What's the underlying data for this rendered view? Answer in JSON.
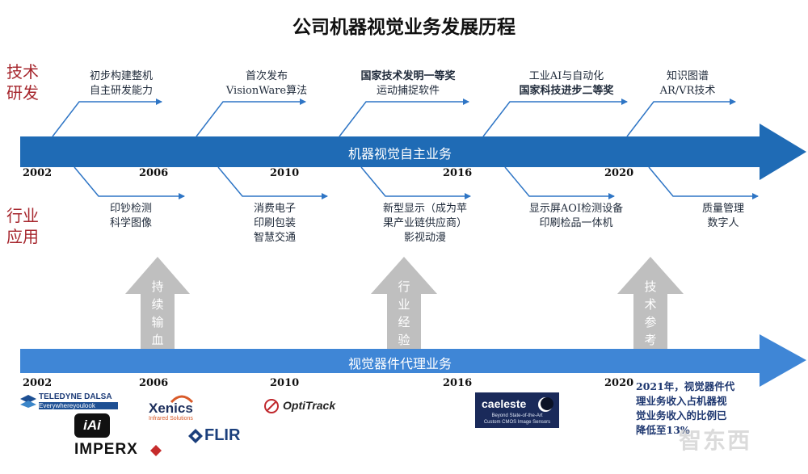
{
  "title": "公司机器视觉业务发展历程",
  "side_labels": {
    "rd": [
      "技术",
      "研发"
    ],
    "industry": [
      "行业",
      "应用"
    ]
  },
  "main_band": {
    "label": "机器视觉自主业务",
    "color": "#1f6bb5"
  },
  "lower_band": {
    "label": "视觉器件代理业务",
    "color": "#3f86d6"
  },
  "upper_years": [
    "2002",
    "2006",
    "2010",
    "2016",
    "2020"
  ],
  "lower_years": [
    "2002",
    "2006",
    "2010",
    "2016",
    "2020"
  ],
  "tech_milestones": [
    {
      "lines": [
        "初步构建整机",
        "自主研发能力"
      ]
    },
    {
      "lines": [
        "首次发布",
        "VisionWare算法"
      ]
    },
    {
      "lines": [
        "国家技术发明一等奖",
        "运动捕捉软件"
      ]
    },
    {
      "lines": [
        "工业AI与自动化",
        "国家科技进步二等奖"
      ]
    },
    {
      "lines": [
        "知识图谱",
        "AR/VR技术"
      ]
    }
  ],
  "industry_milestones": [
    {
      "lines": [
        "印钞检测",
        "科学图像"
      ]
    },
    {
      "lines": [
        "消费电子",
        "印刷包装",
        "智慧交通"
      ]
    },
    {
      "lines": [
        "新型显示（成为苹",
        "果产业链供应商）",
        "影视动漫"
      ]
    },
    {
      "lines": [
        "显示屏AOI检测设备",
        "印刷检品一体机"
      ]
    },
    {
      "lines": [
        "质量管理",
        "数字人"
      ]
    }
  ],
  "up_arrows": [
    {
      "chars": [
        "持",
        "续",
        "输",
        "血"
      ]
    },
    {
      "chars": [
        "行",
        "业",
        "经",
        "验"
      ]
    },
    {
      "chars": [
        "技",
        "术",
        "参",
        "考"
      ]
    }
  ],
  "logos": {
    "teledyne": {
      "name": "TELEDYNE DALSA",
      "tagline": "Everywhereyoulook"
    },
    "xenics": {
      "name": "Xenics",
      "tagline": "Infrared Solutions"
    },
    "optitrack": {
      "name": "OptiTrack"
    },
    "iai": {
      "name": "iAi"
    },
    "imperx": {
      "name": "IMPERX"
    },
    "flir": {
      "name": "FLIR"
    },
    "caeleste": {
      "name": "caeleste",
      "tagline1": "Beyond State-of-the-Art",
      "tagline2": "Custom CMOS Image Sensors"
    }
  },
  "note": [
    "2021年，视觉器件代",
    "理业务收入占机器视",
    "觉业务收入的比例已",
    "降低至13%"
  ],
  "watermark": "智东西",
  "colors": {
    "rd_label": "#a6262d",
    "branch": "#2e75c5",
    "up_arrow": "#bfbfbf"
  }
}
